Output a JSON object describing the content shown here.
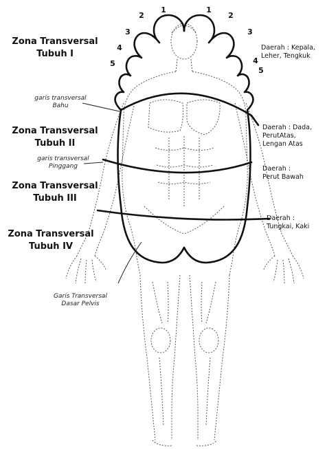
{
  "toe_numbers": {
    "left": [
      "1",
      "2",
      "3",
      "4",
      "5"
    ],
    "right": [
      "1",
      "2",
      "3",
      "4",
      "5"
    ]
  },
  "zones": [
    {
      "line1": "Zona Transversal",
      "line2": "Tubuh I"
    },
    {
      "line1": "Zona Transversal",
      "line2": "Tubuh II"
    },
    {
      "line1": "Zona Transversal",
      "line2": "Tubuh III"
    },
    {
      "line1": "Zona Transversal",
      "line2": "Tubuh IV"
    }
  ],
  "transversal_lines": {
    "shoulder": {
      "line1": "garis transversal",
      "line2": "Bahu"
    },
    "waist": {
      "line1": "garis transversal",
      "line2": "Pinggang"
    },
    "pelvic_floor": {
      "line1": "Garis Transversal",
      "line2": "Dasar Pelvis"
    }
  },
  "regions": [
    {
      "line1": "Daerah : Kepala,",
      "line2": "Leher, Tengkuk",
      "line3": ""
    },
    {
      "line1": "Daerah : Dada,",
      "line2": "PerutAtas,",
      "line3": "Lengan Atas"
    },
    {
      "line1": "Daerah :",
      "line2": "Perut Bawah",
      "line3": ""
    },
    {
      "line1": "Daerah :",
      "line2": "Tungkai, Kaki",
      "line3": ""
    }
  ],
  "colors": {
    "ink": "#111111",
    "body_dots": "#555555",
    "background": "#ffffff"
  }
}
